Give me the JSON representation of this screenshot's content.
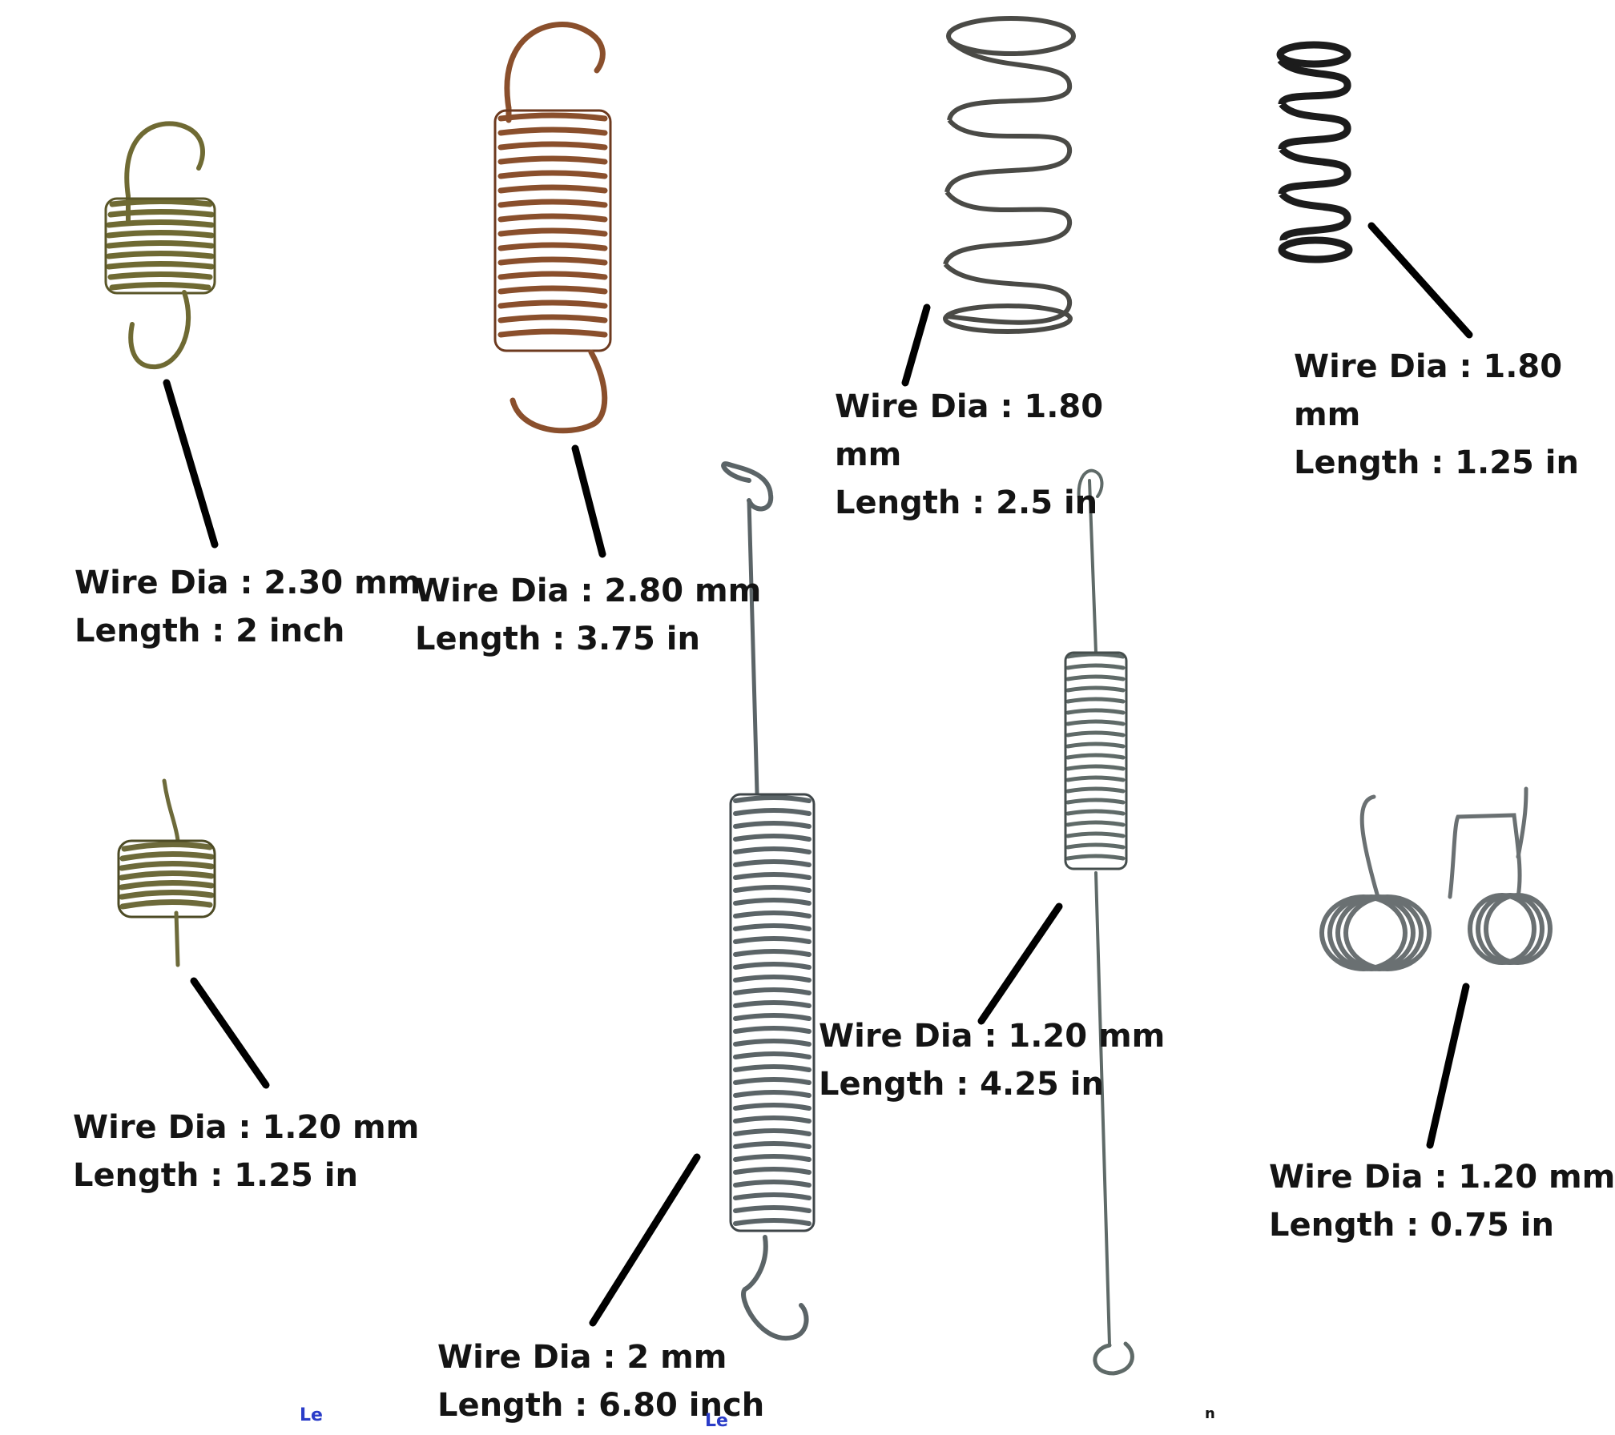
{
  "springs": [
    {
      "id": "s1",
      "lines": [
        "Wire Dia : 2.30 mm",
        "Length : 2 inch"
      ],
      "color": "#6f6a33"
    },
    {
      "id": "s2",
      "lines": [
        "Wire Dia : 2.80 mm",
        "Length : 3.75 in"
      ],
      "color": "#8a4f2c"
    },
    {
      "id": "s3",
      "lines": [
        "Wire Dia : 1.80",
        "mm",
        "Length : 2.5 in"
      ],
      "color": "#4a4a46"
    },
    {
      "id": "s4",
      "lines": [
        "Wire Dia : 1.80",
        "mm",
        "Length : 1.25 in"
      ],
      "color": "#1c1c1c"
    },
    {
      "id": "s5",
      "lines": [
        "Wire Dia : 1.20 mm",
        "Length : 1.25 in"
      ],
      "color": "#6d6a3a"
    },
    {
      "id": "s6",
      "lines": [
        "Wire Dia : 2 mm",
        "Length : 6.80 inch"
      ],
      "color": "#5b6467"
    },
    {
      "id": "s7",
      "lines": [
        "Wire Dia : 1.20 mm",
        "Length : 4.25 in"
      ],
      "color": "#5f6a68"
    },
    {
      "id": "s8",
      "lines": [
        "Wire Dia : 1.20 mm",
        "Length : 0.75 in"
      ],
      "color": "#6a7072"
    }
  ],
  "fragments": [
    "Le",
    "Le",
    "n"
  ],
  "colors": {
    "label_text": "#141414",
    "leader_line": "#000000",
    "fragment_text": "#2a3cc8"
  }
}
